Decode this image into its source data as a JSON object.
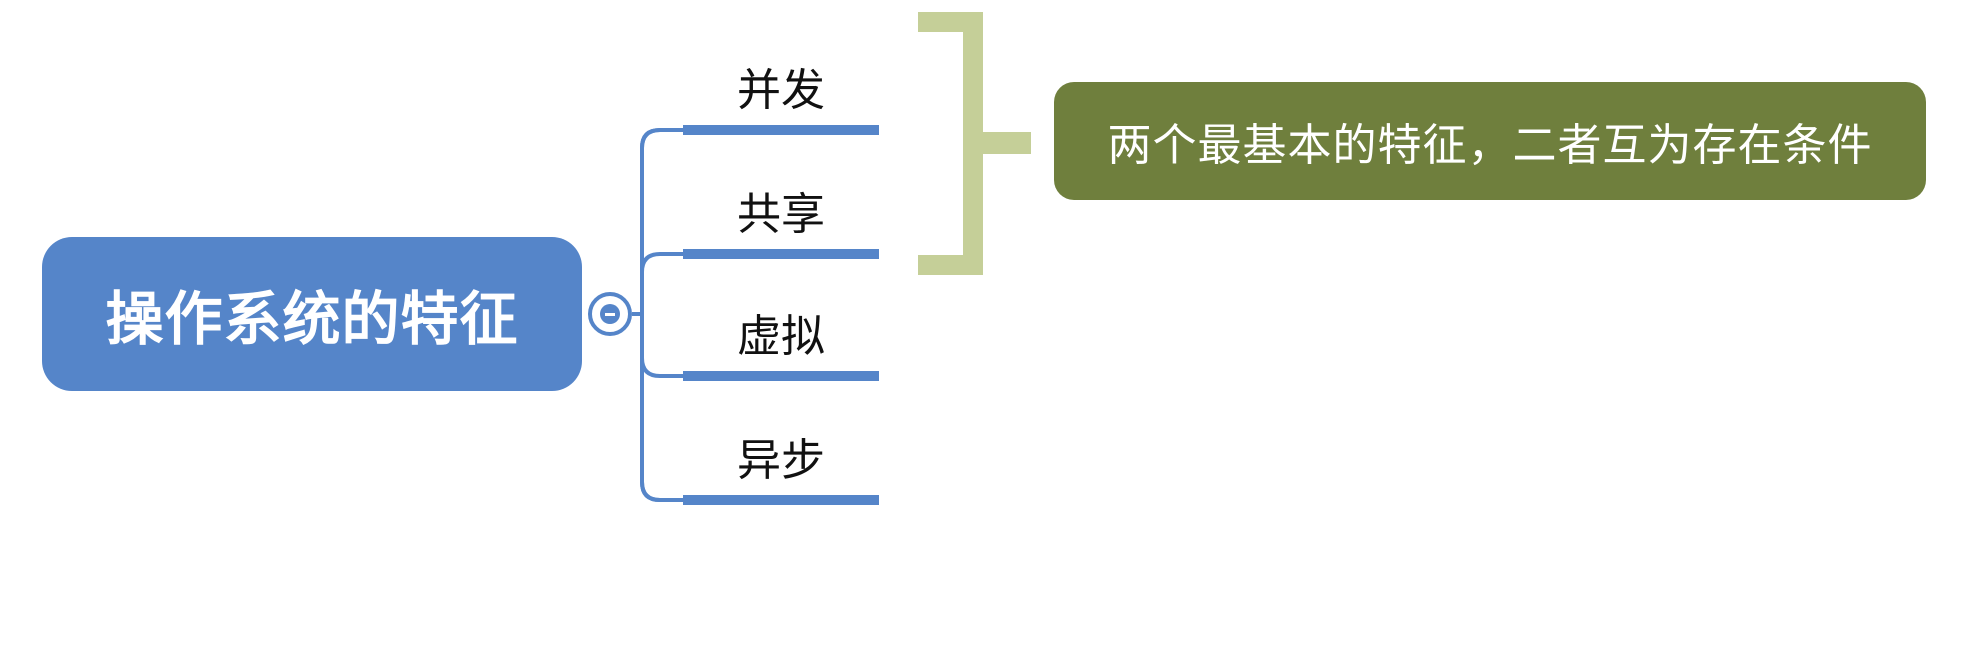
{
  "central_topic": {
    "label": "操作系统的特征"
  },
  "branches": [
    {
      "label": "并发"
    },
    {
      "label": "共享"
    },
    {
      "label": "虚拟"
    },
    {
      "label": "异步"
    }
  ],
  "summary": {
    "label": "两个最基本的特征，二者互为存在条件"
  },
  "colors": {
    "central": "#5585c9",
    "branch_line": "#5585c9",
    "bracket": "#c5cf98",
    "summary": "#6f7f3d"
  }
}
